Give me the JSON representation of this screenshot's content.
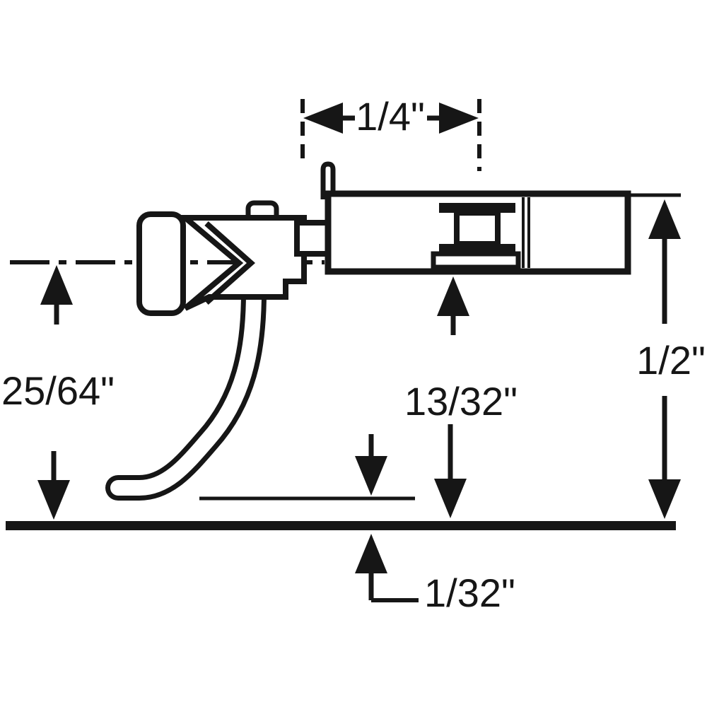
{
  "page": {
    "background": "#ffffff",
    "ink": "#161616"
  },
  "dims": {
    "overhang": "1/4\"",
    "centerline_height": "25/64\"",
    "box_bottom_height": "13/32\"",
    "box_top_height": "1/2\"",
    "trip_pin_clearance": "1/32\""
  }
}
